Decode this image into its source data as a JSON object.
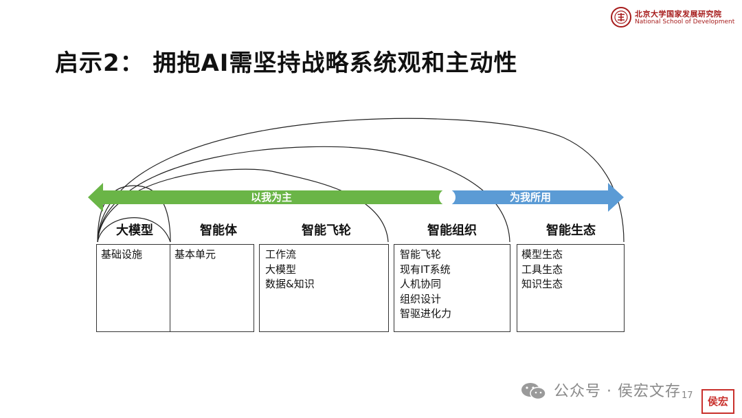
{
  "header": {
    "logo_cn": "北京大学国家发展研究院",
    "logo_en": "National School of Development"
  },
  "title": "启示2： 拥抱AI需坚持战略系统观和主动性",
  "colors": {
    "green_arrow": "#6ab547",
    "blue_arrow": "#5b9bd5",
    "logo_red": "#a61b1b"
  },
  "arrows": {
    "left_label": "以我为主",
    "right_label": "为我所用"
  },
  "categories": [
    {
      "label": "大模型",
      "items": [
        "基础设施"
      ]
    },
    {
      "label": "智能体",
      "items": [
        "基本单元"
      ]
    },
    {
      "label": "智能飞轮",
      "items": [
        "工作流",
        "大模型",
        "数据&知识"
      ]
    },
    {
      "label": "智能组织",
      "items": [
        "智能飞轮",
        "现有IT系统",
        "人机协同",
        "组织设计",
        "智驱进化力"
      ]
    },
    {
      "label": "智能生态",
      "items": [
        "模型生态",
        "工具生态",
        "知识生态"
      ]
    }
  ],
  "watermark": {
    "text": "公众号 · 侯宏文存",
    "icon": "wechat-icon",
    "seal_text": "侯宏",
    "page_number": "17"
  }
}
